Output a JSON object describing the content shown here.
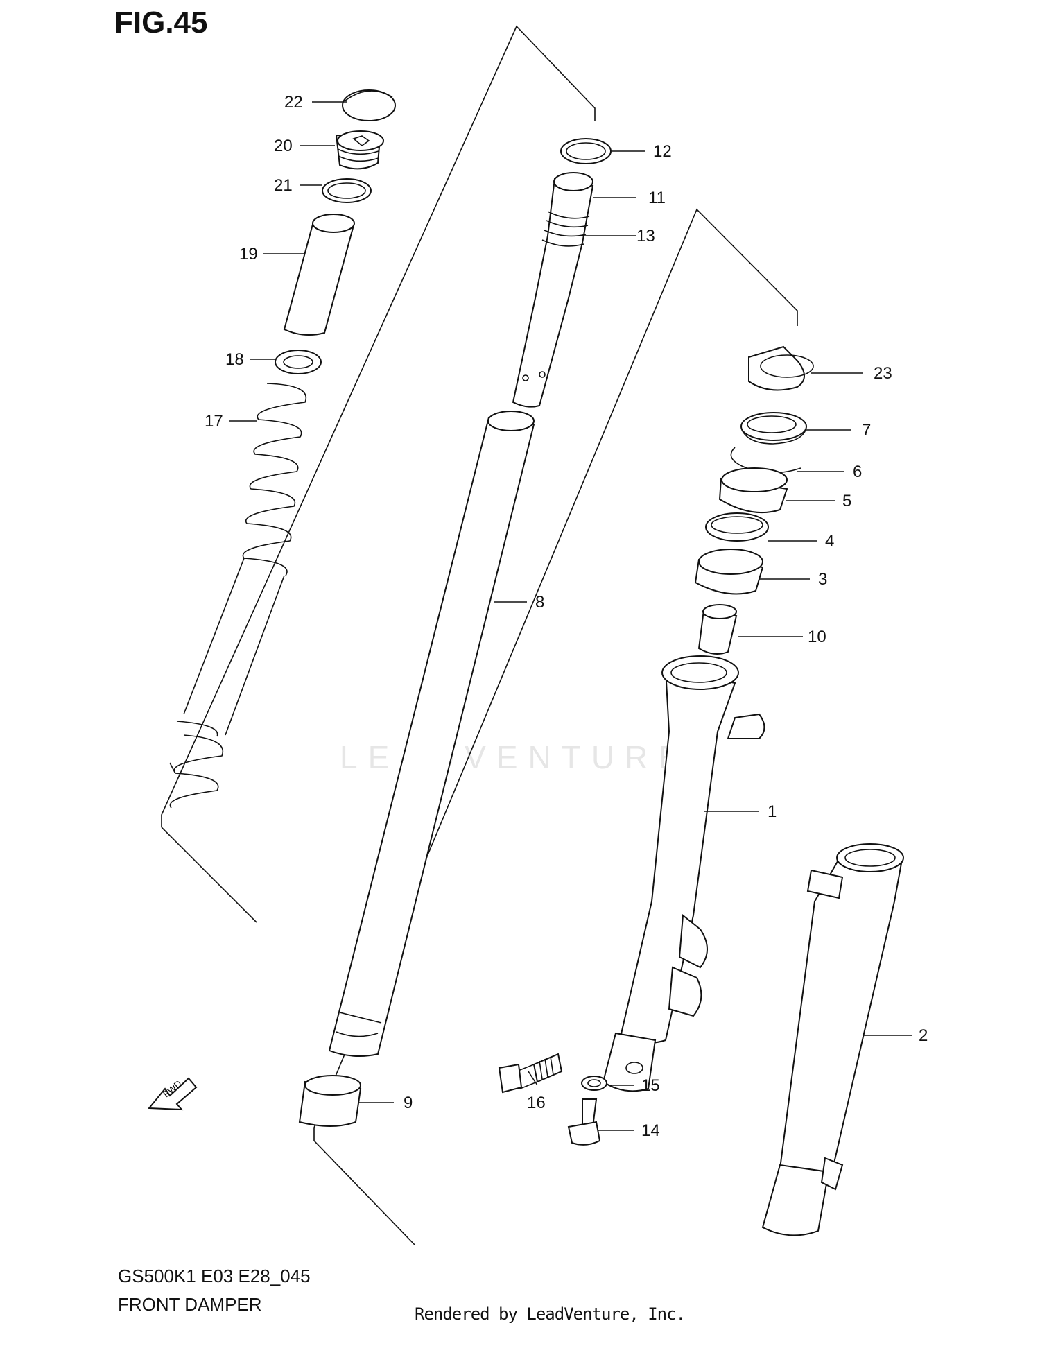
{
  "figure": {
    "title": "FIG.45",
    "model_code": "GS500K1 E03 E28_045",
    "section_name": "FRONT DAMPER",
    "credit": "Rendered by LeadVenture, Inc.",
    "watermark": "LEADVENTURE"
  },
  "callouts": [
    "1",
    "2",
    "3",
    "4",
    "5",
    "6",
    "7",
    "8",
    "9",
    "10",
    "11",
    "12",
    "13",
    "14",
    "15",
    "16",
    "17",
    "18",
    "19",
    "20",
    "21",
    "22",
    "23"
  ],
  "icons": {
    "fwd_arrow": "fwd-arrow-icon",
    "fwd_text": "FWD"
  }
}
